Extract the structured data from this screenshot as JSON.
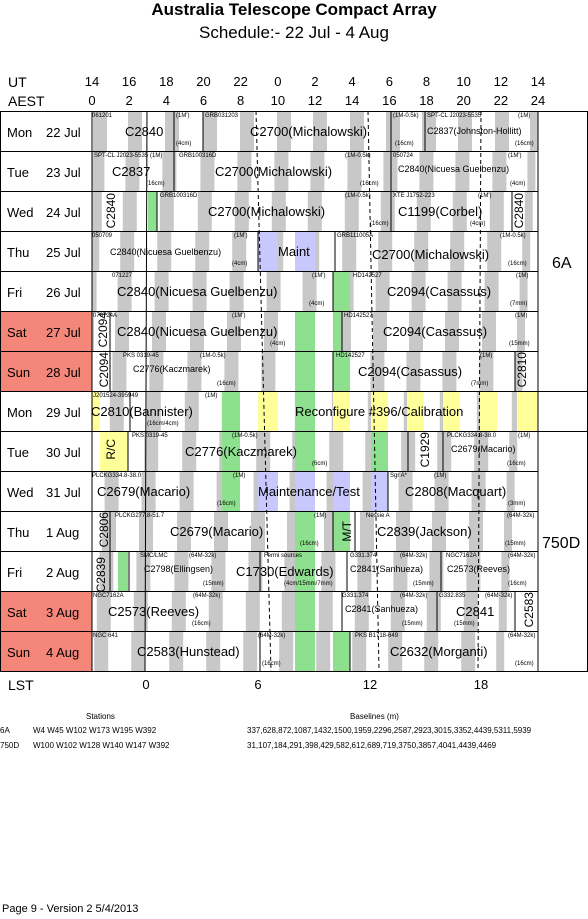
{
  "header": {
    "title": "Australia Telescope Compact Array",
    "subtitle": "Schedule:- 22 Jul - 4  Aug",
    "ut_label": "UT",
    "aest_label": "AEST",
    "ut_ticks": [
      "14",
      "16",
      "18",
      "20",
      "22",
      "0",
      "2",
      "4",
      "6",
      "8",
      "10",
      "12",
      "14"
    ],
    "aest_ticks": [
      "0",
      "2",
      "4",
      "6",
      "8",
      "10",
      "12",
      "14",
      "16",
      "18",
      "20",
      "22",
      "24"
    ]
  },
  "days": [
    {
      "dow": "Mon",
      "date": "22 Jul",
      "weekend": false
    },
    {
      "dow": "Tue",
      "date": "23 Jul",
      "weekend": false
    },
    {
      "dow": "Wed",
      "date": "24 Jul",
      "weekend": false
    },
    {
      "dow": "Thu",
      "date": "25 Jul",
      "weekend": false
    },
    {
      "dow": "Fri",
      "date": "26 Jul",
      "weekend": false
    },
    {
      "dow": "Sat",
      "date": "27 Jul",
      "weekend": true
    },
    {
      "dow": "Sun",
      "date": "28 Jul",
      "weekend": true
    },
    {
      "dow": "Mon",
      "date": "29 Jul",
      "weekend": false
    },
    {
      "dow": "Tue",
      "date": "30 Jul",
      "weekend": false
    },
    {
      "dow": "Wed",
      "date": "31 Jul",
      "weekend": false
    },
    {
      "dow": "Thu",
      "date": "1 Aug",
      "weekend": false
    },
    {
      "dow": "Fri",
      "date": "2 Aug",
      "weekend": false
    },
    {
      "dow": "Sat",
      "date": "3 Aug",
      "weekend": true
    },
    {
      "dow": "Sun",
      "date": "4 Aug",
      "weekend": true
    }
  ],
  "configs": [
    {
      "name": "6A"
    },
    {
      "name": "750D"
    }
  ],
  "lst": {
    "label": "LST",
    "ticks": [
      "0",
      "6",
      "12",
      "18"
    ]
  },
  "labels": [
    {
      "row": 0,
      "t": "061201",
      "s": "small"
    },
    {
      "row": 0,
      "t": "(1M')",
      "s": "small"
    },
    {
      "row": 0,
      "t": "GRB031203",
      "s": "small"
    },
    {
      "row": 0,
      "t": "C2840",
      "s": "big"
    },
    {
      "row": 0,
      "t": "(4cm)",
      "s": "small"
    },
    {
      "row": 0,
      "t": "C2700(Michalowski)",
      "s": "big"
    },
    {
      "row": 0,
      "t": "(1M-0.5k)",
      "s": "small"
    },
    {
      "row": 0,
      "t": "SPT-CL J2023-5535",
      "s": "small"
    },
    {
      "row": 0,
      "t": "(1M)",
      "s": "small"
    },
    {
      "row": 0,
      "t": "C2837(Johnston-Hollitt)",
      "s": "big9"
    },
    {
      "row": 0,
      "t": "(16cm)",
      "s": "small"
    },
    {
      "row": 0,
      "t": "(16cm)",
      "s": "small"
    },
    {
      "row": 1,
      "t": "SPT-CL J2023-5535",
      "s": "small"
    },
    {
      "row": 1,
      "t": "(1M)",
      "s": "small"
    },
    {
      "row": 1,
      "t": "GRB100316D",
      "s": "small"
    },
    {
      "row": 1,
      "t": "(1M-0.5k)",
      "s": "small"
    },
    {
      "row": 1,
      "t": "050724",
      "s": "small"
    },
    {
      "row": 1,
      "t": "(1M')",
      "s": "small"
    },
    {
      "row": 1,
      "t": "C2837",
      "s": "big"
    },
    {
      "row": 1,
      "t": "C2700(Michalowski)",
      "s": "big"
    },
    {
      "row": 1,
      "t": "C2840(Nicuesa Guelbenzu)",
      "s": "big9"
    },
    {
      "row": 1,
      "t": "(16cm)",
      "s": "small"
    },
    {
      "row": 1,
      "t": "(16cm)",
      "s": "small"
    },
    {
      "row": 1,
      "t": "(4cm)",
      "s": "small"
    },
    {
      "row": 2,
      "t": "GRB100316D",
      "s": "small"
    },
    {
      "row": 2,
      "t": "(1M-0.5k)",
      "s": "small"
    },
    {
      "row": 2,
      "t": "XTE J1752-223",
      "s": "small"
    },
    {
      "row": 2,
      "t": "(1M')",
      "s": "small"
    },
    {
      "row": 2,
      "t": "C2700(Michalowski)",
      "s": "big"
    },
    {
      "row": 2,
      "t": "C1199(Corbel)",
      "s": "big"
    },
    {
      "row": 2,
      "t": "(16cm)",
      "s": "small"
    },
    {
      "row": 2,
      "t": "(4cm)",
      "s": "small"
    },
    {
      "row": 3,
      "t": "050709",
      "s": "small"
    },
    {
      "row": 3,
      "t": "(1M')",
      "s": "small"
    },
    {
      "row": 3,
      "t": "GRB111005A",
      "s": "small"
    },
    {
      "row": 3,
      "t": "(1M-0.5k)",
      "s": "small"
    },
    {
      "row": 3,
      "t": "C2840(Nicuesa Guelbenzu)",
      "s": "big9"
    },
    {
      "row": 3,
      "t": "Maint",
      "s": "big"
    },
    {
      "row": 3,
      "t": "C2700(Michalowski)",
      "s": "big"
    },
    {
      "row": 3,
      "t": "(4cm)",
      "s": "small"
    },
    {
      "row": 3,
      "t": "(16cm)",
      "s": "small"
    },
    {
      "row": 4,
      "t": "071227",
      "s": "small"
    },
    {
      "row": 4,
      "t": "(1M')",
      "s": "small"
    },
    {
      "row": 4,
      "t": "HD142527",
      "s": "small"
    },
    {
      "row": 4,
      "t": "(1M)",
      "s": "small"
    },
    {
      "row": 4,
      "t": "C2840(Nicuesa Guelbenzu)",
      "s": "big"
    },
    {
      "row": 4,
      "t": "C2094(Casassus)",
      "s": "big"
    },
    {
      "row": 4,
      "t": "(4cm)",
      "s": "small"
    },
    {
      "row": 4,
      "t": "(7mm)",
      "s": "small"
    },
    {
      "row": 5,
      "t": "070724A",
      "s": "small"
    },
    {
      "row": 5,
      "t": "(1M')",
      "s": "small"
    },
    {
      "row": 5,
      "t": "HD142527",
      "s": "small"
    },
    {
      "row": 5,
      "t": "(1M)",
      "s": "small"
    },
    {
      "row": 5,
      "t": "C2840(Nicuesa Guelbenzu)",
      "s": "big"
    },
    {
      "row": 5,
      "t": "C2094(Casassus)",
      "s": "big"
    },
    {
      "row": 5,
      "t": "(4cm)",
      "s": "small"
    },
    {
      "row": 5,
      "t": "(15mm)",
      "s": "small"
    },
    {
      "row": 6,
      "t": "PKS 0319-45",
      "s": "small"
    },
    {
      "row": 6,
      "t": "(1M-0.5k)",
      "s": "small"
    },
    {
      "row": 6,
      "t": "HD142527",
      "s": "small"
    },
    {
      "row": 6,
      "t": "(1M)",
      "s": "small"
    },
    {
      "row": 6,
      "t": "C2776(Kaczmarek)",
      "s": "big9"
    },
    {
      "row": 6,
      "t": "C2094(Casassus)",
      "s": "big"
    },
    {
      "row": 6,
      "t": "(16cm)",
      "s": "small"
    },
    {
      "row": 6,
      "t": "(7mm)",
      "s": "small"
    },
    {
      "row": 7,
      "t": "J201524-395949",
      "s": "small"
    },
    {
      "row": 7,
      "t": "(1M)",
      "s": "small"
    },
    {
      "row": 7,
      "t": "C2810(Bannister)",
      "s": "big"
    },
    {
      "row": 7,
      "t": "(16cm/4cm)",
      "s": "small"
    },
    {
      "row": 7,
      "t": "Reconfigure #396/Calibration",
      "s": "big"
    },
    {
      "row": 8,
      "t": "PKS 0319-45",
      "s": "small"
    },
    {
      "row": 8,
      "t": "(1M-0.5k)",
      "s": "small"
    },
    {
      "row": 8,
      "t": "PLCKG334.8-38.0",
      "s": "small"
    },
    {
      "row": 8,
      "t": "(1M)",
      "s": "small"
    },
    {
      "row": 8,
      "t": "C2776(Kaczmarek)",
      "s": "big"
    },
    {
      "row": 8,
      "t": "C2679(Macario)",
      "s": "big9"
    },
    {
      "row": 8,
      "t": "(6cm)",
      "s": "small"
    },
    {
      "row": 8,
      "t": "(16cm)",
      "s": "small"
    },
    {
      "row": 9,
      "t": "PLCKG334.8-38.0",
      "s": "small"
    },
    {
      "row": 9,
      "t": "(1M)",
      "s": "small"
    },
    {
      "row": 9,
      "t": "Sgr A*",
      "s": "small"
    },
    {
      "row": 9,
      "t": "(1M)",
      "s": "small"
    },
    {
      "row": 9,
      "t": "C2679(Macario)",
      "s": "big"
    },
    {
      "row": 9,
      "t": "Maintenance/Test",
      "s": "big"
    },
    {
      "row": 9,
      "t": "C2808(Macquart)",
      "s": "big"
    },
    {
      "row": 9,
      "t": "(16cm)",
      "s": "small"
    },
    {
      "row": 9,
      "t": "(3mm)",
      "s": "small"
    },
    {
      "row": 10,
      "t": "PLCKG277.8-51.7",
      "s": "small"
    },
    {
      "row": 10,
      "t": "(1M)",
      "s": "small"
    },
    {
      "row": 10,
      "t": "Nessie A",
      "s": "small"
    },
    {
      "row": 10,
      "t": "(64M-32k)",
      "s": "small"
    },
    {
      "row": 10,
      "t": "C2679(Macario)",
      "s": "big"
    },
    {
      "row": 10,
      "t": "C2839(Jackson)",
      "s": "big"
    },
    {
      "row": 10,
      "t": "(16cm)",
      "s": "small"
    },
    {
      "row": 10,
      "t": "(15mm)",
      "s": "small"
    },
    {
      "row": 11,
      "t": "SMC/LMC",
      "s": "small"
    },
    {
      "row": 11,
      "t": "(64M-32k)",
      "s": "small"
    },
    {
      "row": 11,
      "t": "Fermi sources",
      "s": "small"
    },
    {
      "row": 11,
      "t": "G331.374",
      "s": "small"
    },
    {
      "row": 11,
      "t": "(64M-32k)",
      "s": "small"
    },
    {
      "row": 11,
      "t": "NGC7162A",
      "s": "small"
    },
    {
      "row": 11,
      "t": "(64M-32k)",
      "s": "small"
    },
    {
      "row": 11,
      "t": "C2798(Ellingsen)",
      "s": "big9"
    },
    {
      "row": 11,
      "t": "C1730(Edwards)",
      "s": "big"
    },
    {
      "row": 11,
      "t": "C2841(Sanhueza)",
      "s": "big9"
    },
    {
      "row": 11,
      "t": "C2573(Reeves)",
      "s": "big9"
    },
    {
      "row": 11,
      "t": "(15mm)",
      "s": "small"
    },
    {
      "row": 11,
      "t": "(4cm/15mm/7mm)",
      "s": "small"
    },
    {
      "row": 11,
      "t": "(15mm)",
      "s": "small"
    },
    {
      "row": 11,
      "t": "(16cm)",
      "s": "small"
    },
    {
      "row": 12,
      "t": "NGC7162A",
      "s": "small"
    },
    {
      "row": 12,
      "t": "(64M-32k)",
      "s": "small"
    },
    {
      "row": 12,
      "t": "G331.374",
      "s": "small"
    },
    {
      "row": 12,
      "t": "(64M-32k)",
      "s": "small"
    },
    {
      "row": 12,
      "t": "G332.835",
      "s": "small"
    },
    {
      "row": 12,
      "t": "(64M-32k)",
      "s": "small"
    },
    {
      "row": 12,
      "t": "C2573(Reeves)",
      "s": "big"
    },
    {
      "row": 12,
      "t": "C2841(Sanhueza)",
      "s": "big9"
    },
    {
      "row": 12,
      "t": "C2841",
      "s": "big"
    },
    {
      "row": 12,
      "t": "(16cm)",
      "s": "small"
    },
    {
      "row": 12,
      "t": "(15mm)",
      "s": "small"
    },
    {
      "row": 12,
      "t": "(15mm)",
      "s": "small"
    },
    {
      "row": 13,
      "t": "NGC 641",
      "s": "small"
    },
    {
      "row": 13,
      "t": "(64M-32k)",
      "s": "small"
    },
    {
      "row": 13,
      "t": "PKS B1718-649",
      "s": "small"
    },
    {
      "row": 13,
      "t": "(64M-32k)",
      "s": "small"
    },
    {
      "row": 13,
      "t": "C2583(Hunstead)",
      "s": "big"
    },
    {
      "row": 13,
      "t": "C2632(Morganti)",
      "s": "big"
    },
    {
      "row": 13,
      "t": "(16cm)",
      "s": "small"
    },
    {
      "row": 13,
      "t": "(16cm)",
      "s": "small"
    }
  ],
  "vertical_labels": [
    {
      "t": "C2840"
    },
    {
      "t": "C2840"
    },
    {
      "t": "C2094"
    },
    {
      "t": "C2094"
    },
    {
      "t": "C2810"
    },
    {
      "t": "R/C"
    },
    {
      "t": "C1929"
    },
    {
      "t": "C2806"
    },
    {
      "t": "M/T"
    },
    {
      "t": "C2839"
    },
    {
      "t": "C2583"
    }
  ],
  "footer": {
    "stations_label": "Stations",
    "baselines_label": "Baselines (m)",
    "rows": [
      {
        "cfg": "6A",
        "stations": "W4 W45 W102 W173 W195 W392",
        "baselines": "337,628,872,1087,1432,1500,1959,2296,2587,2923,3015,3352,4439,5311,5939"
      },
      {
        "cfg": "750D",
        "stations": "W100 W102 W128 W140 W147 W392",
        "baselines": "31,107,184,291,398,429,582,612,689,719,3750,3857,4041,4439,4469"
      }
    ],
    "page_info": "Page 9 - Version 2  5/4/2013"
  },
  "colors": {
    "weekend": "#f4867a",
    "grey": "#c8c8c8",
    "green": "#8de08d",
    "yellow": "#ffff99",
    "lavender": "#c8c8ff"
  }
}
